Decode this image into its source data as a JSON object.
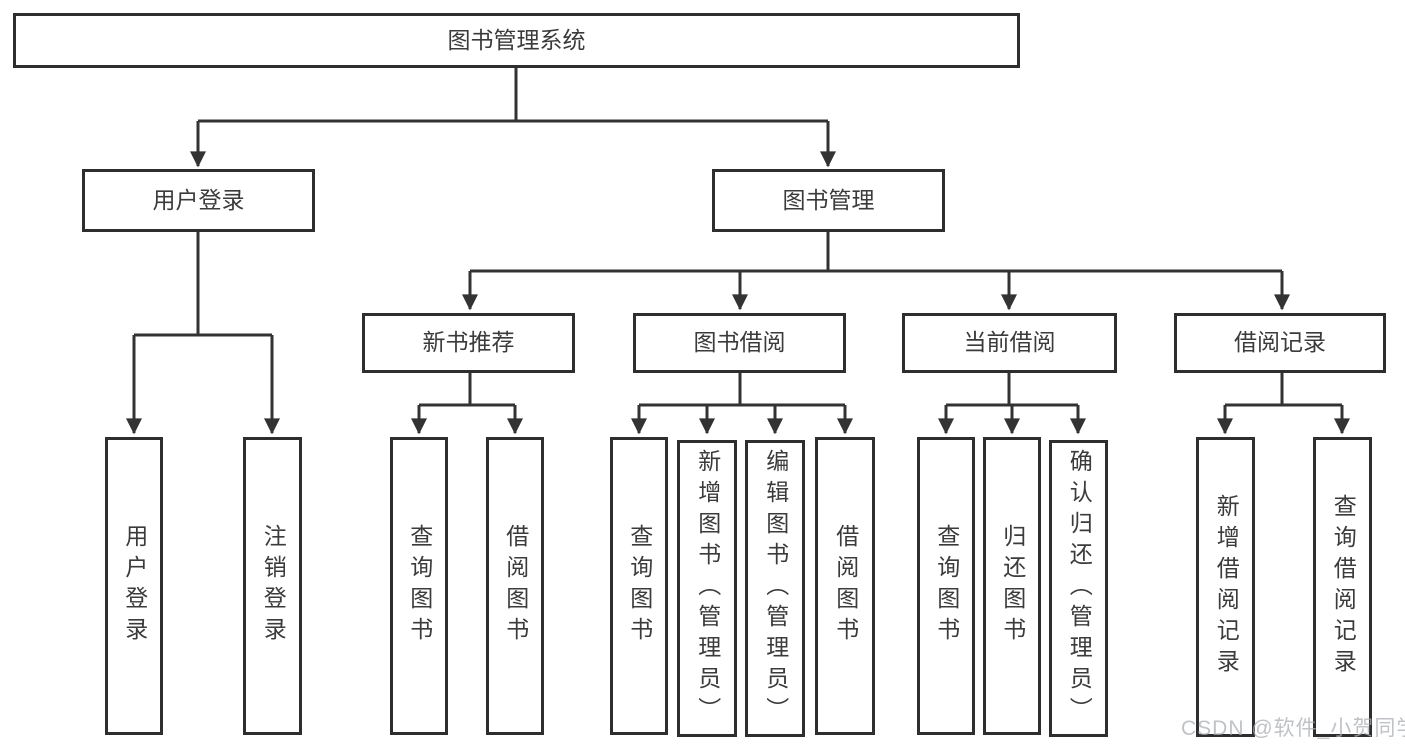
{
  "diagram": {
    "root": {
      "label": "图书管理系统"
    },
    "level2": [
      {
        "id": "user-login",
        "label": "用户登录"
      },
      {
        "id": "book-management",
        "label": "图书管理"
      }
    ],
    "level3": [
      {
        "id": "new-book-recommendation",
        "label": "新书推荐",
        "parent": "book-management"
      },
      {
        "id": "book-borrowing",
        "label": "图书借阅",
        "parent": "book-management"
      },
      {
        "id": "current-borrowing",
        "label": "当前借阅",
        "parent": "book-management"
      },
      {
        "id": "borrowing-records",
        "label": "借阅记录",
        "parent": "book-management"
      }
    ],
    "leaves": [
      {
        "id": "leaf-user-login",
        "label": "用户登录",
        "parent": "user-login"
      },
      {
        "id": "leaf-logout",
        "label": "注销登录",
        "parent": "user-login"
      },
      {
        "id": "leaf-query-books-1",
        "label": "查询图书",
        "parent": "new-book-recommendation"
      },
      {
        "id": "leaf-borrow-books-1",
        "label": "借阅图书",
        "parent": "new-book-recommendation"
      },
      {
        "id": "leaf-query-books-2",
        "label": "查询图书",
        "parent": "book-borrowing"
      },
      {
        "id": "leaf-add-books-admin",
        "label": "新增图书（管理员）",
        "parent": "book-borrowing"
      },
      {
        "id": "leaf-edit-books-admin",
        "label": "编辑图书（管理员）",
        "parent": "book-borrowing"
      },
      {
        "id": "leaf-borrow-books-2",
        "label": "借阅图书",
        "parent": "book-borrowing"
      },
      {
        "id": "leaf-query-books-3",
        "label": "查询图书",
        "parent": "current-borrowing"
      },
      {
        "id": "leaf-return-books",
        "label": "归还图书",
        "parent": "current-borrowing"
      },
      {
        "id": "leaf-confirm-return-admin",
        "label": "确认归还（管理员）",
        "parent": "current-borrowing"
      },
      {
        "id": "leaf-add-borrow-record",
        "label": "新增借阅记录",
        "parent": "borrowing-records"
      },
      {
        "id": "leaf-query-borrow-record",
        "label": "查询借阅记录",
        "parent": "borrowing-records"
      }
    ]
  },
  "watermark": {
    "text": "CSDN @软件_小贺同学"
  },
  "colors": {
    "line": "#333333",
    "border": "#2e2e2e",
    "text": "#3b3b3b",
    "watermark": "#aaaeb4",
    "background": "#ffffff"
  }
}
